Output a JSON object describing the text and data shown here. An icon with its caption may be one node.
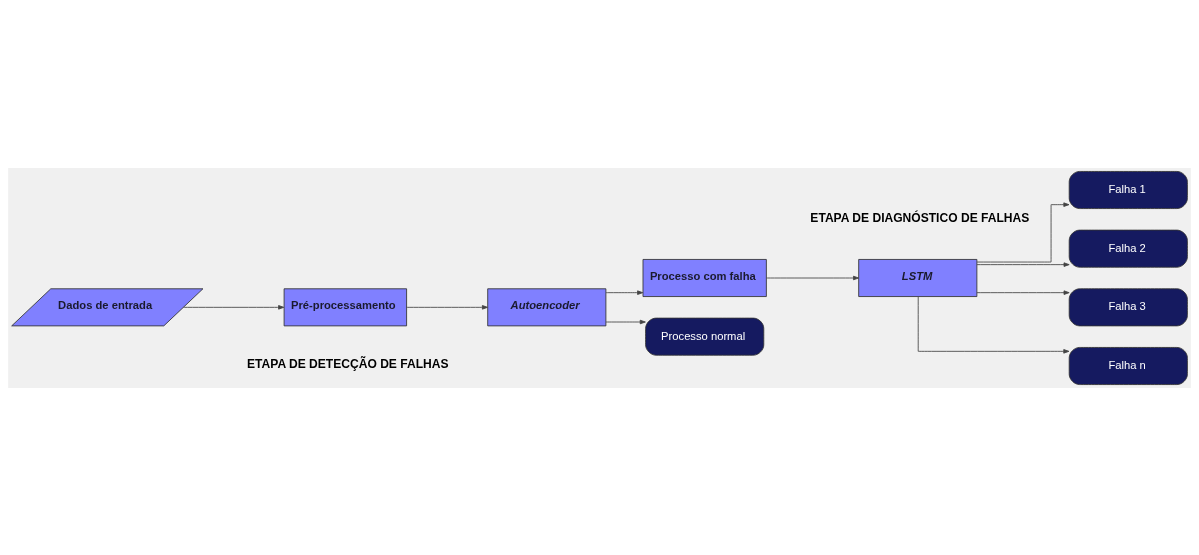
{
  "diagram": {
    "nodes": [
      {
        "text": [
          "Dados de entrada"
        ]
      },
      {
        "text": [
          "Pré-processamento"
        ]
      },
      {
        "text": [
          "Autoencoder"
        ]
      },
      {
        "text": [
          "Processo com falha"
        ]
      },
      {
        "text": [
          "LSTM"
        ]
      },
      {
        "text": [
          "Processo normal"
        ]
      },
      {
        "text": [
          "Falha 1"
        ]
      },
      {
        "text": [
          "Falha 2"
        ]
      },
      {
        "text": [
          "Falha 3"
        ]
      },
      {
        "text": [
          "Falha n"
        ]
      }
    ],
    "edges": [
      {
        "from": 0,
        "to": 1,
        "arrow": "to"
      },
      {
        "from": 1,
        "to": 2,
        "arrow": "to"
      },
      {
        "from": 2,
        "to": 3,
        "arrow": "to"
      },
      {
        "from": 2,
        "to": 5,
        "arrow": "to"
      },
      {
        "from": 3,
        "to": 4,
        "arrow": "to"
      },
      {
        "from": 4,
        "to": 6,
        "arrow": "to"
      },
      {
        "from": 4,
        "to": 7,
        "arrow": "to"
      },
      {
        "from": 4,
        "to": 8,
        "arrow": "to"
      },
      {
        "from": 4,
        "to": 9,
        "arrow": "to"
      }
    ],
    "labels": [
      "ETAPA DE DIAGNÓSTICO DE FALHAS",
      "ETAPA DE DETECÇÃO DE FALHAS"
    ]
  }
}
